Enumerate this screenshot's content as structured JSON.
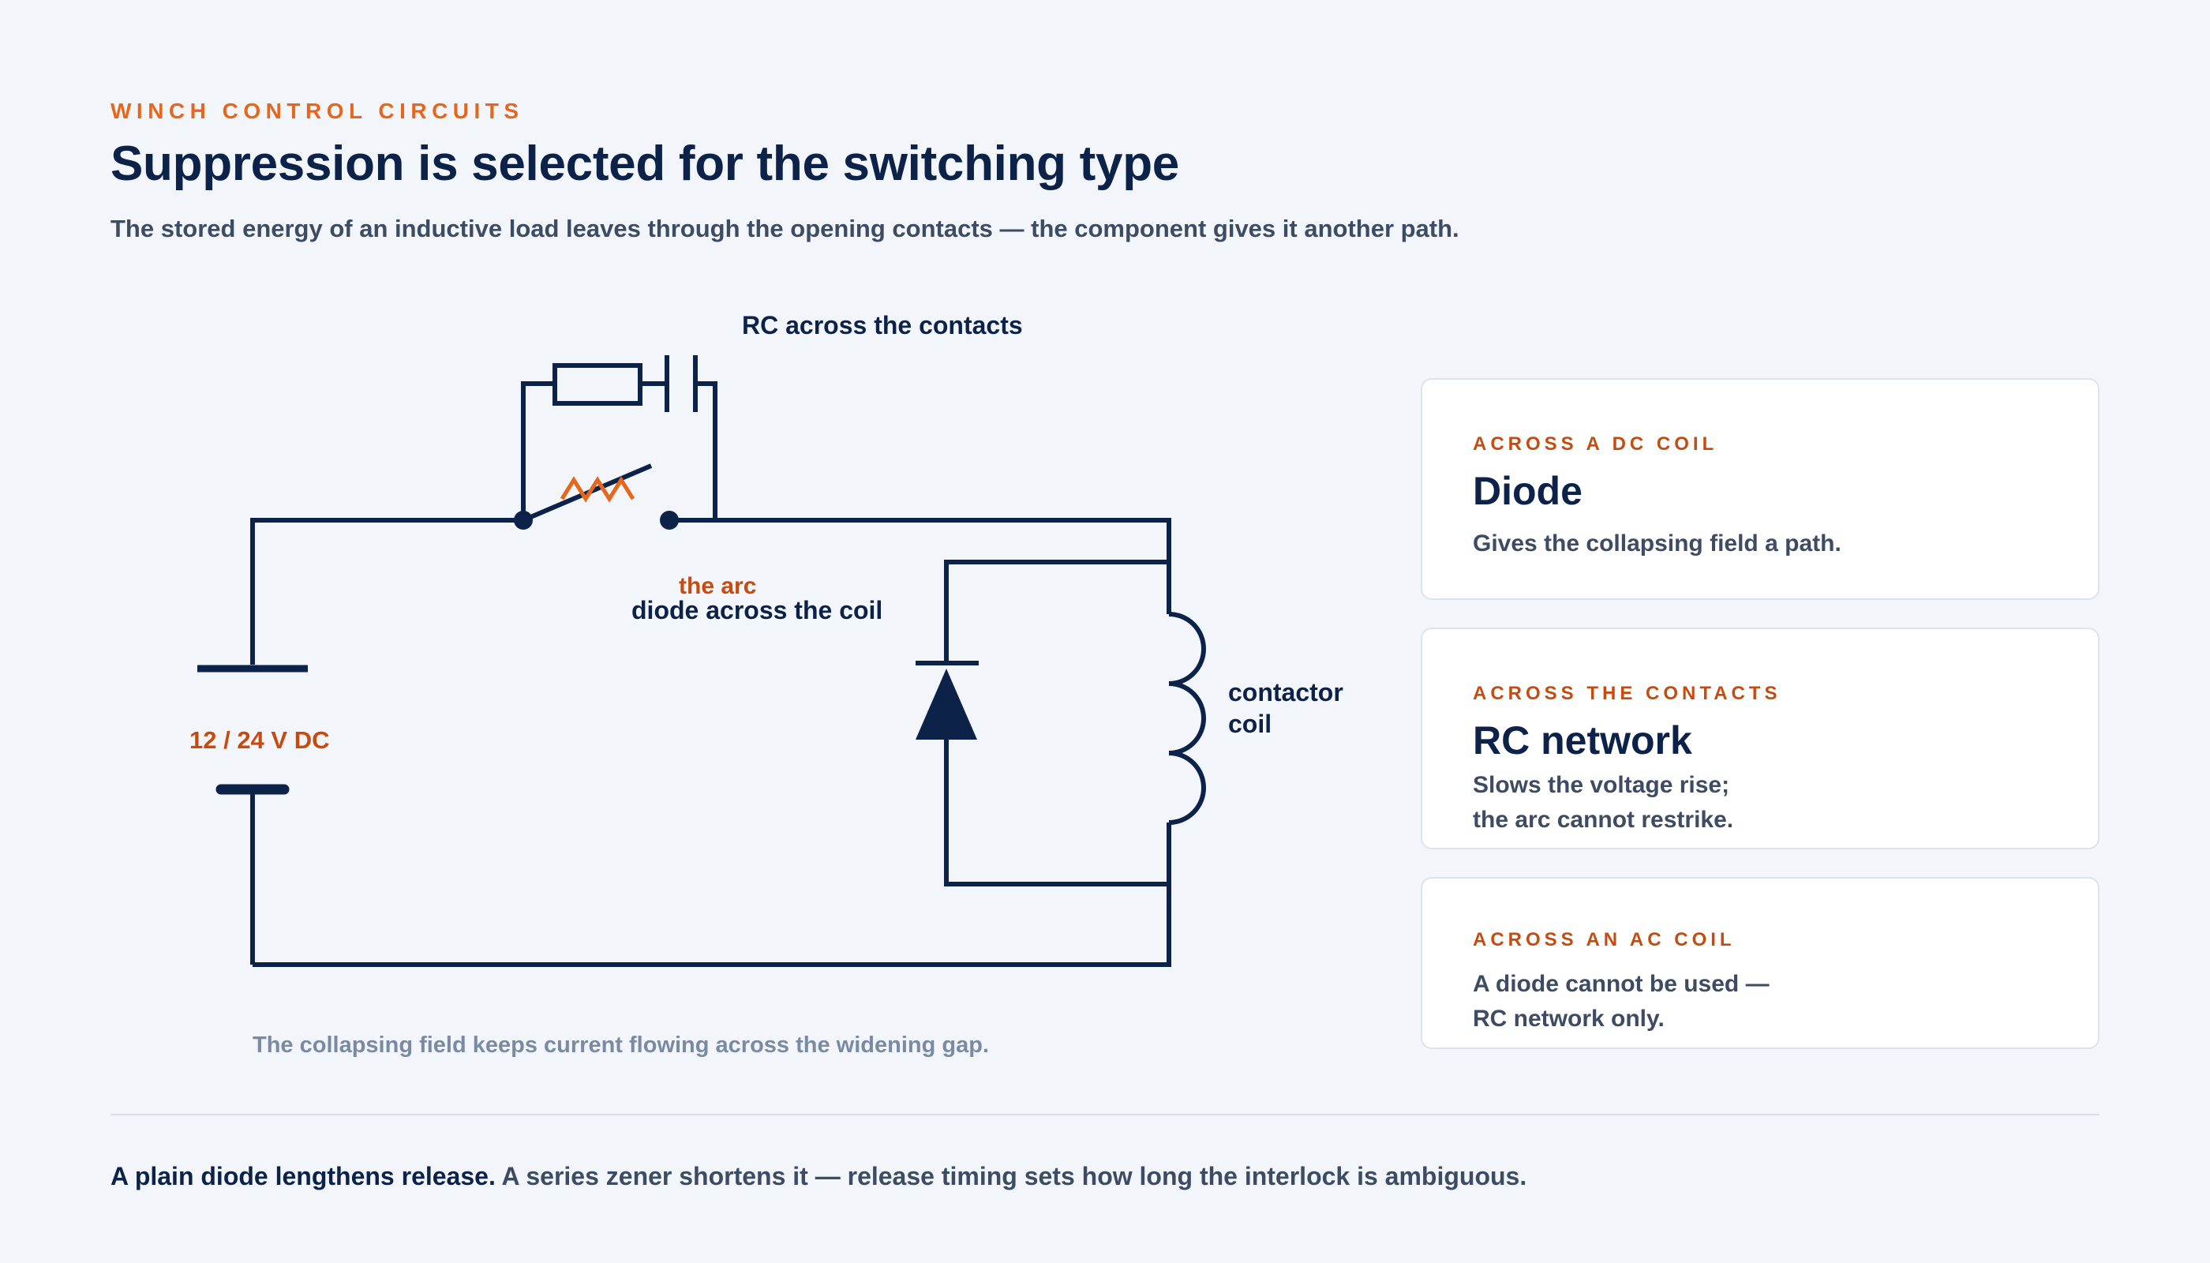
{
  "header": {
    "eyebrow": "WINCH CONTROL CIRCUITS",
    "title": "Suppression is selected for the switching type",
    "subtitle": "The stored energy of an inductive load leaves through the opening contacts — the component gives it another path."
  },
  "diagram": {
    "rc_label": "RC across the contacts",
    "arc_label": "the arc",
    "diode_label": "diode across the coil",
    "supply_label": "12 / 24 V DC",
    "coil_label_line1": "contactor",
    "coil_label_line2": "coil",
    "caption": "The collapsing field keeps current flowing across the widening gap.",
    "colors": {
      "wire": "#0c2249",
      "arc": "#e8661c",
      "accent_text": "#c74a0e"
    }
  },
  "cards": [
    {
      "kicker": "ACROSS A DC COIL",
      "title": "Diode",
      "body_lines": [
        "Gives the collapsing field a path."
      ]
    },
    {
      "kicker": "ACROSS THE CONTACTS",
      "title": "RC network",
      "body_lines": [
        "Slows the voltage rise;",
        "the arc cannot restrike."
      ]
    },
    {
      "kicker": "ACROSS AN AC COIL",
      "title": "",
      "body_lines": [
        "A diode cannot be used —",
        "RC network only."
      ]
    }
  ],
  "footer": {
    "lead": "A plain diode lengthens release.",
    "rest": "A series zener shortens it — release timing sets how long the interlock is ambiguous."
  }
}
